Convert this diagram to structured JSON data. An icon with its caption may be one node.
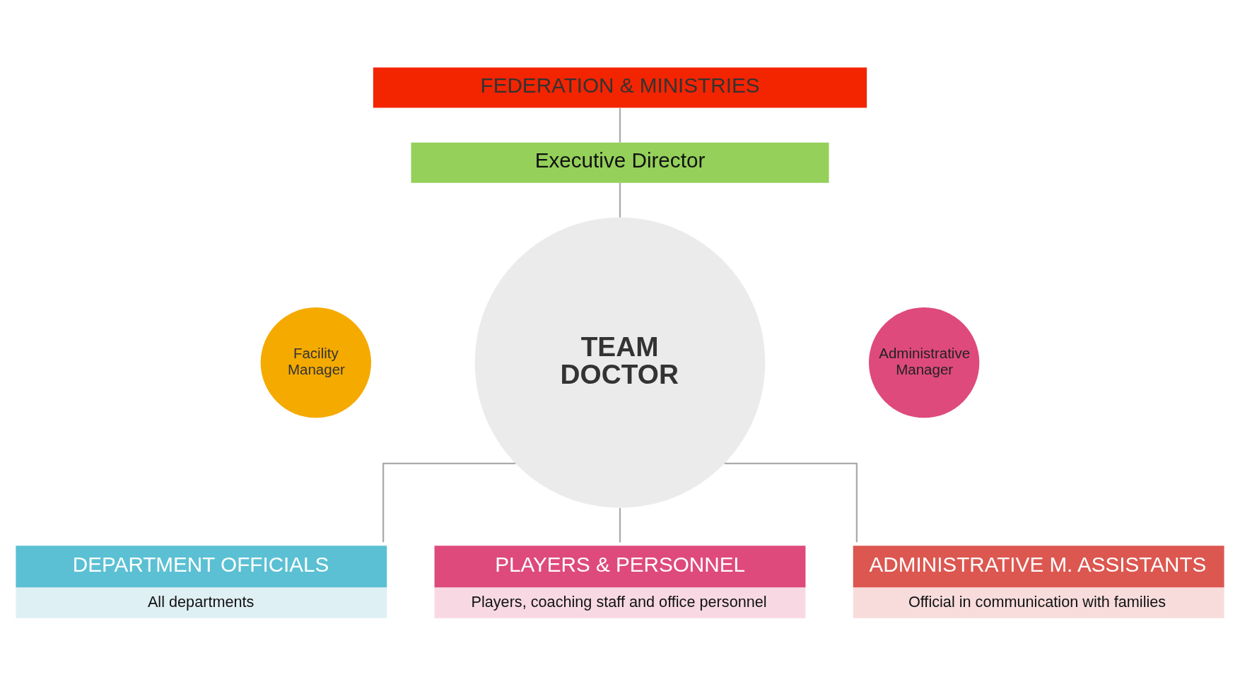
{
  "diagram": {
    "nodes": [
      {
        "text": [
          "FEDERATION & MINISTRIES"
        ]
      },
      {
        "text": [
          "Executive Director"
        ]
      },
      {
        "text": [
          "TEAM DOCTOR"
        ]
      },
      {
        "text": [
          "Facility Manager"
        ]
      },
      {
        "text": [
          "Administrative Manager"
        ]
      },
      {
        "text": [
          "DEPARTMENT OFFICIALS",
          "All departments"
        ]
      },
      {
        "text": [
          "PLAYERS & PERSONNEL",
          "Players, coaching staff and office personnel"
        ]
      },
      {
        "text": [
          "ADMINISTRATIVE M. ASSISTANTS",
          "Official in communication with families"
        ]
      }
    ],
    "edges": [
      {
        "from": 0,
        "to": 1,
        "arrow": "none"
      },
      {
        "from": 1,
        "to": 2,
        "arrow": "none"
      },
      {
        "from": 2,
        "to": 5,
        "arrow": "none"
      },
      {
        "from": 2,
        "to": 6,
        "arrow": "none"
      },
      {
        "from": 2,
        "to": 7,
        "arrow": "none"
      }
    ]
  }
}
